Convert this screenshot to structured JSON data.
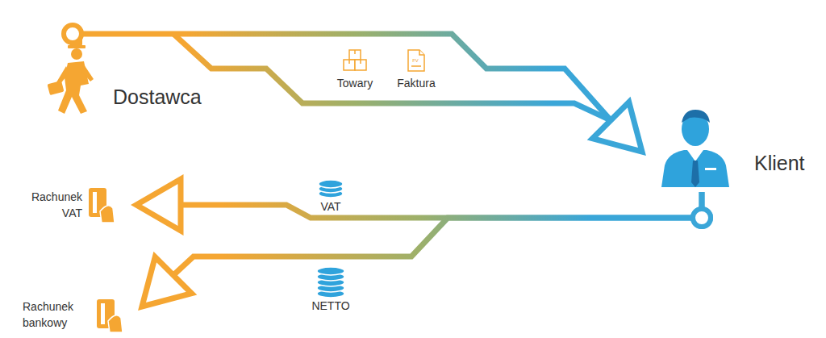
{
  "diagram": {
    "nodes": [
      {
        "text": [
          "Dostawca"
        ]
      },
      {
        "text": [
          "Klient"
        ]
      },
      {
        "text": [
          "Rachunek VAT"
        ]
      },
      {
        "text": [
          "Rachunek bankowy"
        ]
      }
    ],
    "edges": [
      {
        "from": 0,
        "to": 1,
        "arrow": "to"
      },
      {
        "from": 1,
        "to": 2,
        "label": "VAT",
        "arrow": "to"
      },
      {
        "from": 1,
        "to": 3,
        "label": "NETTO",
        "arrow": "to"
      }
    ],
    "labels": [
      "Towary",
      "Faktura",
      "FV"
    ]
  }
}
